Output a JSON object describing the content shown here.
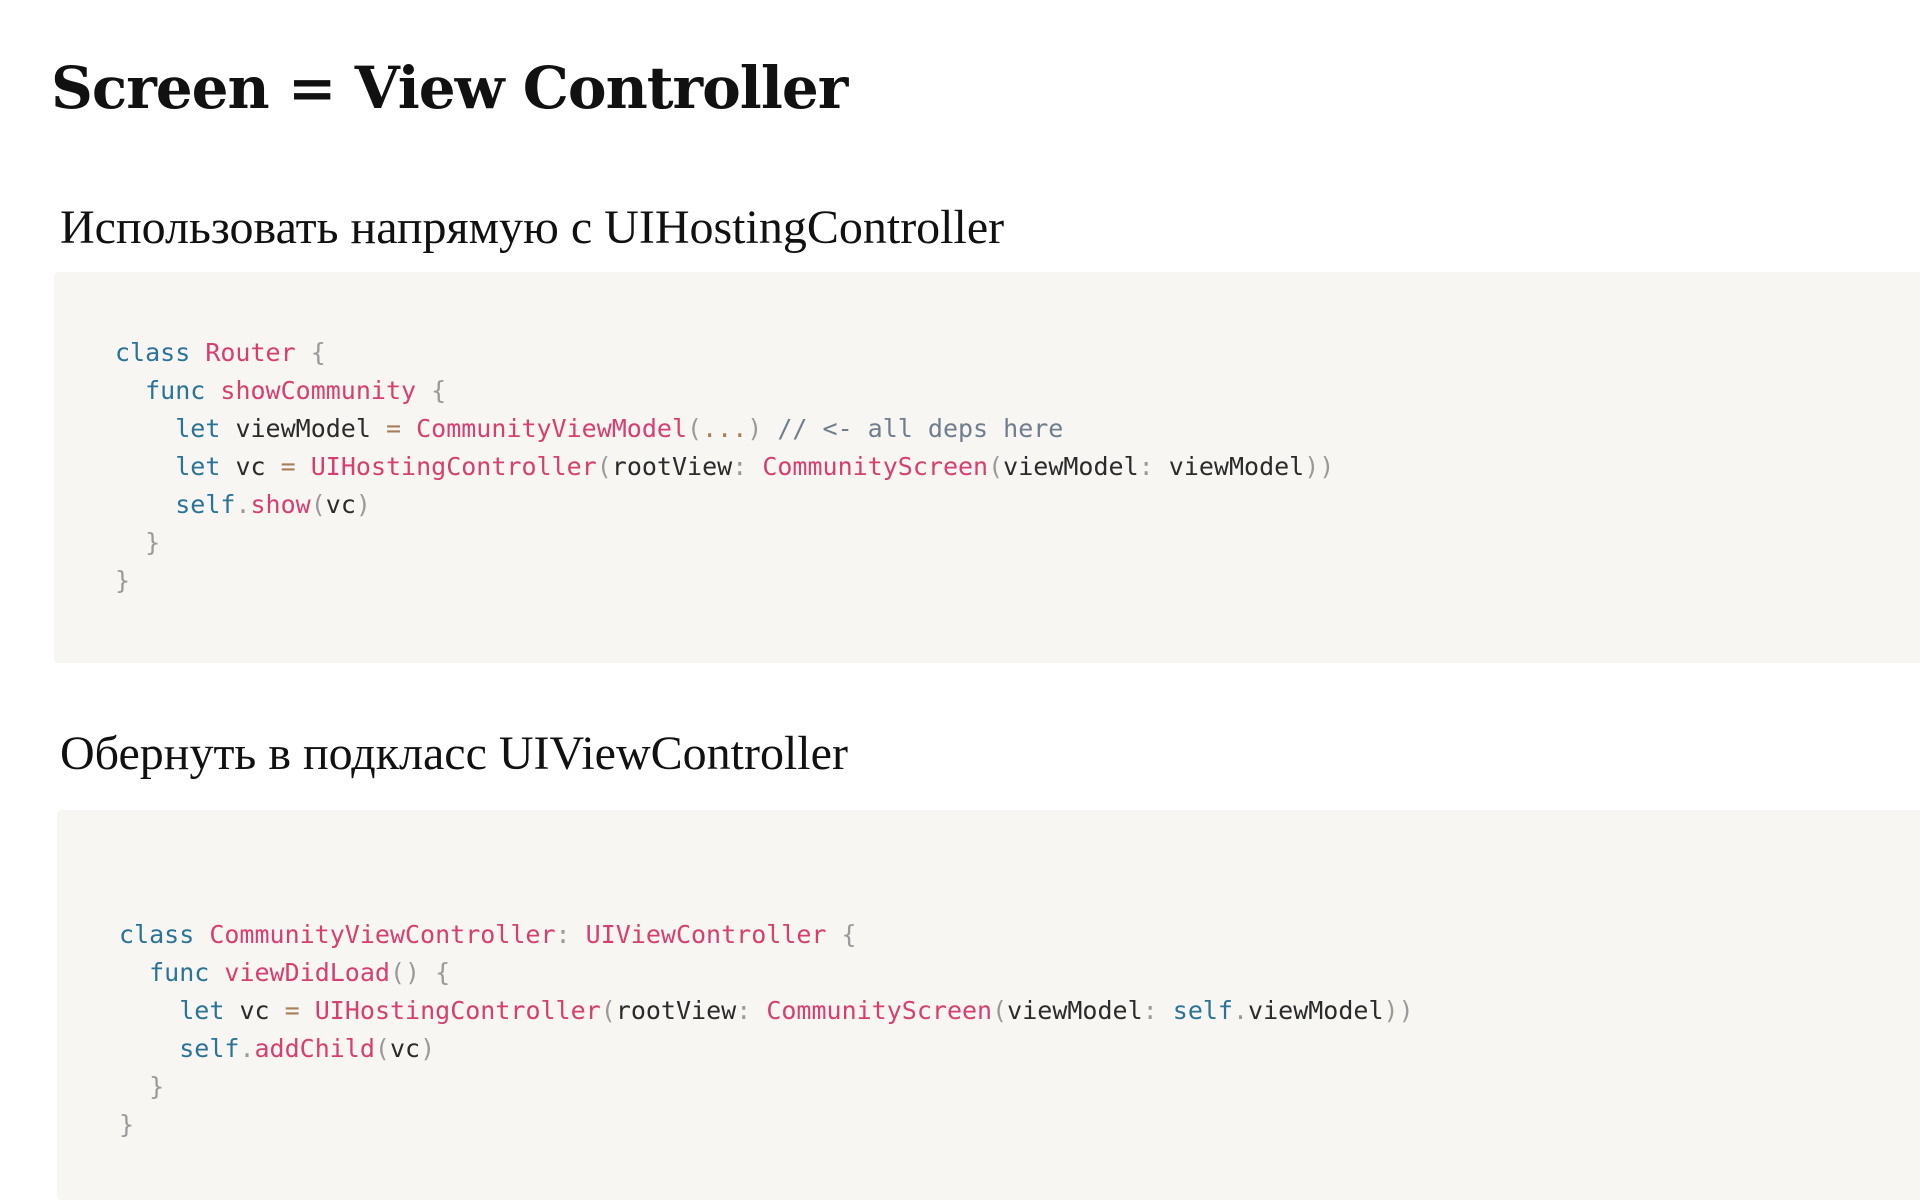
{
  "page": {
    "title": "Screen = View Controller"
  },
  "sections": [
    {
      "heading": "Использовать напрямую с UIHostingController",
      "code": {
        "l1": {
          "kw": "class",
          "name": "Router",
          "brace": "{"
        },
        "l2": {
          "kw": "func",
          "name": "showCommunity",
          "brace": "{"
        },
        "l3": {
          "kw": "let",
          "var": "viewModel",
          "eq": "=",
          "call": "CommunityViewModel",
          "open": "(",
          "dots": "...",
          "close": ")",
          "comment": "// <- all deps here"
        },
        "l4": {
          "kw": "let",
          "var": "vc",
          "eq": "=",
          "call": "UIHostingController",
          "open": "(",
          "arg1": "rootView",
          "colon1": ":",
          "call2": "CommunityScreen",
          "open2": "(",
          "arg2": "viewModel",
          "colon2": ":",
          "val": "viewModel",
          "close": "))"
        },
        "l5": {
          "kw": "self",
          "dot": ".",
          "call": "show",
          "open": "(",
          "arg": "vc",
          "close": ")"
        },
        "l6": {
          "brace": "}"
        },
        "l7": {
          "brace": "}"
        }
      }
    },
    {
      "heading": "Обернуть в подкласс UIViewController",
      "code": {
        "l1": {
          "kw": "class",
          "name": "CommunityViewController",
          "colon": ":",
          "super": "UIViewController",
          "brace": "{"
        },
        "l2": {
          "kw": "func",
          "name": "viewDidLoad",
          "parens": "()",
          "brace": "{"
        },
        "l3": {
          "kw": "let",
          "var": "vc",
          "eq": "=",
          "call": "UIHostingController",
          "open": "(",
          "arg1": "rootView",
          "colon1": ":",
          "call2": "CommunityScreen",
          "open2": "(",
          "arg2": "viewModel",
          "colon2": ":",
          "self": "self",
          "dot": ".",
          "val": "viewModel",
          "close": "))"
        },
        "l4": {
          "kw": "self",
          "dot": ".",
          "call": "addChild",
          "open": "(",
          "arg": "vc",
          "close": ")"
        },
        "l5": {
          "brace": "}"
        },
        "l6": {
          "brace": "}"
        }
      }
    }
  ],
  "colors": {
    "keyword": "#2b7397",
    "function": "#d63f6f",
    "punctuation": "#9a9a9a",
    "comment": "#6f7d8c",
    "code_background": "#f7f6f3"
  }
}
